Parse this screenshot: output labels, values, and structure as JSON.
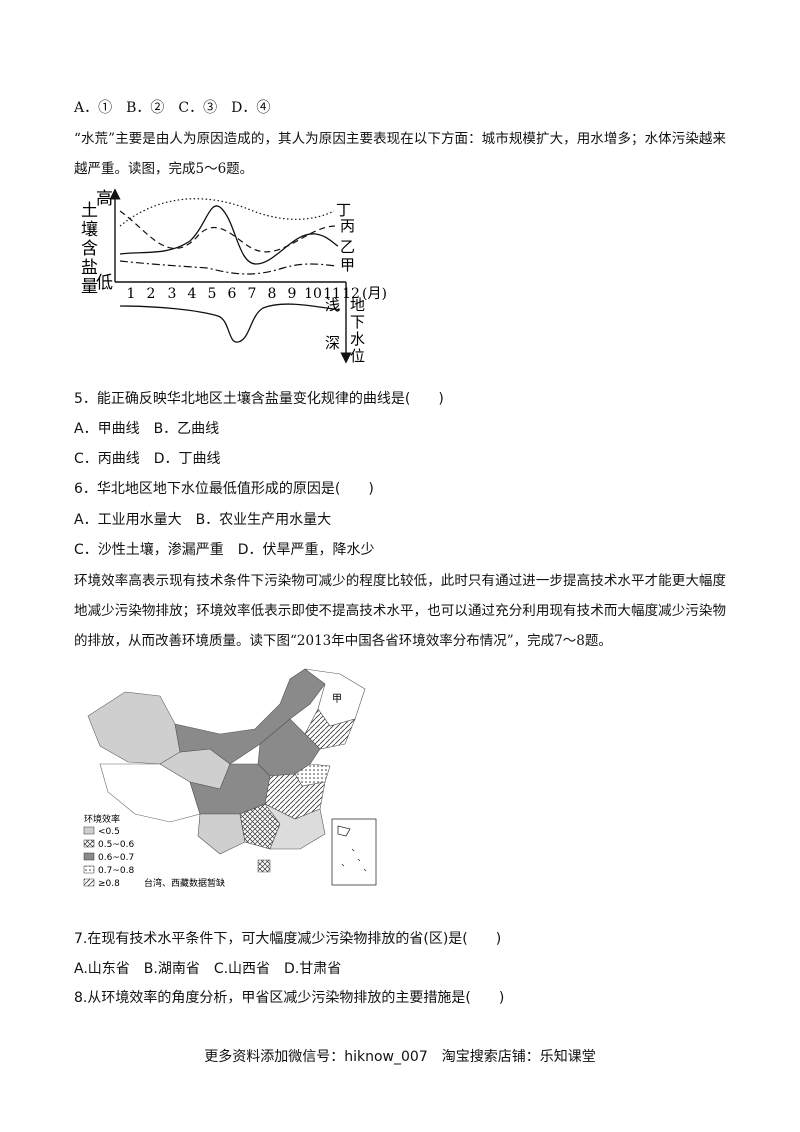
{
  "q4_options": "A．①　B．②　C．③　D．④",
  "intro_56": "“水荒”主要是由人为原因造成的，其人为原因主要表现在以下方面：城市规模扩大，用水增多；水体污染越来越严重。读图，完成5～6题。",
  "fig1": {
    "y_axis_title": [
      "土",
      "壤",
      "含",
      "盐",
      "量"
    ],
    "y_high": "高",
    "y_low": "低",
    "months": [
      "1",
      "2",
      "3",
      "4",
      "5",
      "6",
      "7",
      "8",
      "9",
      "10",
      "11",
      "12"
    ],
    "month_unit": "(月)",
    "curve_labels": [
      "丁",
      "丙",
      "乙",
      "甲"
    ],
    "shallow": "浅",
    "deep": "深",
    "gw_title": [
      "地",
      "下",
      "水",
      "位"
    ]
  },
  "q5": {
    "stem": "5．能正确反映华北地区土壤含盐量变化规律的曲线是(　　)",
    "opts1": "A．甲曲线　B．乙曲线",
    "opts2": "C．丙曲线　D．丁曲线"
  },
  "q6": {
    "stem": "6．华北地区地下水位最低值形成的原因是(　　)",
    "opts1": "A．工业用水量大　B．农业生产用水量大",
    "opts2": "C．沙性土壤，渗漏严重　D．伏旱严重，降水少"
  },
  "intro_78": "环境效率高表示现有技术条件下污染物可减少的程度比较低，此时只有通过进一步提高技术水平才能更大幅度地减少污染物排放；环境效率低表示即使不提高技术水平，也可以通过充分利用现有技术而大幅度减少污染物的排放，从而改善环境质量。读下图“2013年中国各省环境效率分布情况”，完成7～8题。",
  "map": {
    "legend_title": "环境效率",
    "legend_items": [
      "<0.5",
      "0.5~0.6",
      "0.6~0.7",
      "0.7~0.8",
      "≥0.8"
    ],
    "note": "台湾、西藏数据暂缺",
    "jia": "甲"
  },
  "q7": {
    "stem": "7.在现有技术水平条件下，可大幅度减少污染物排放的省(区)是(　　)",
    "opts": "A.山东省　B.湖南省　C.山西省　D.甘肃省"
  },
  "q8": {
    "stem": "8.从环境效率的角度分析，甲省区减少污染物排放的主要措施是(　　)"
  },
  "footer": "更多资料添加微信号：hiknow_007　淘宝搜索店铺：乐知课堂"
}
